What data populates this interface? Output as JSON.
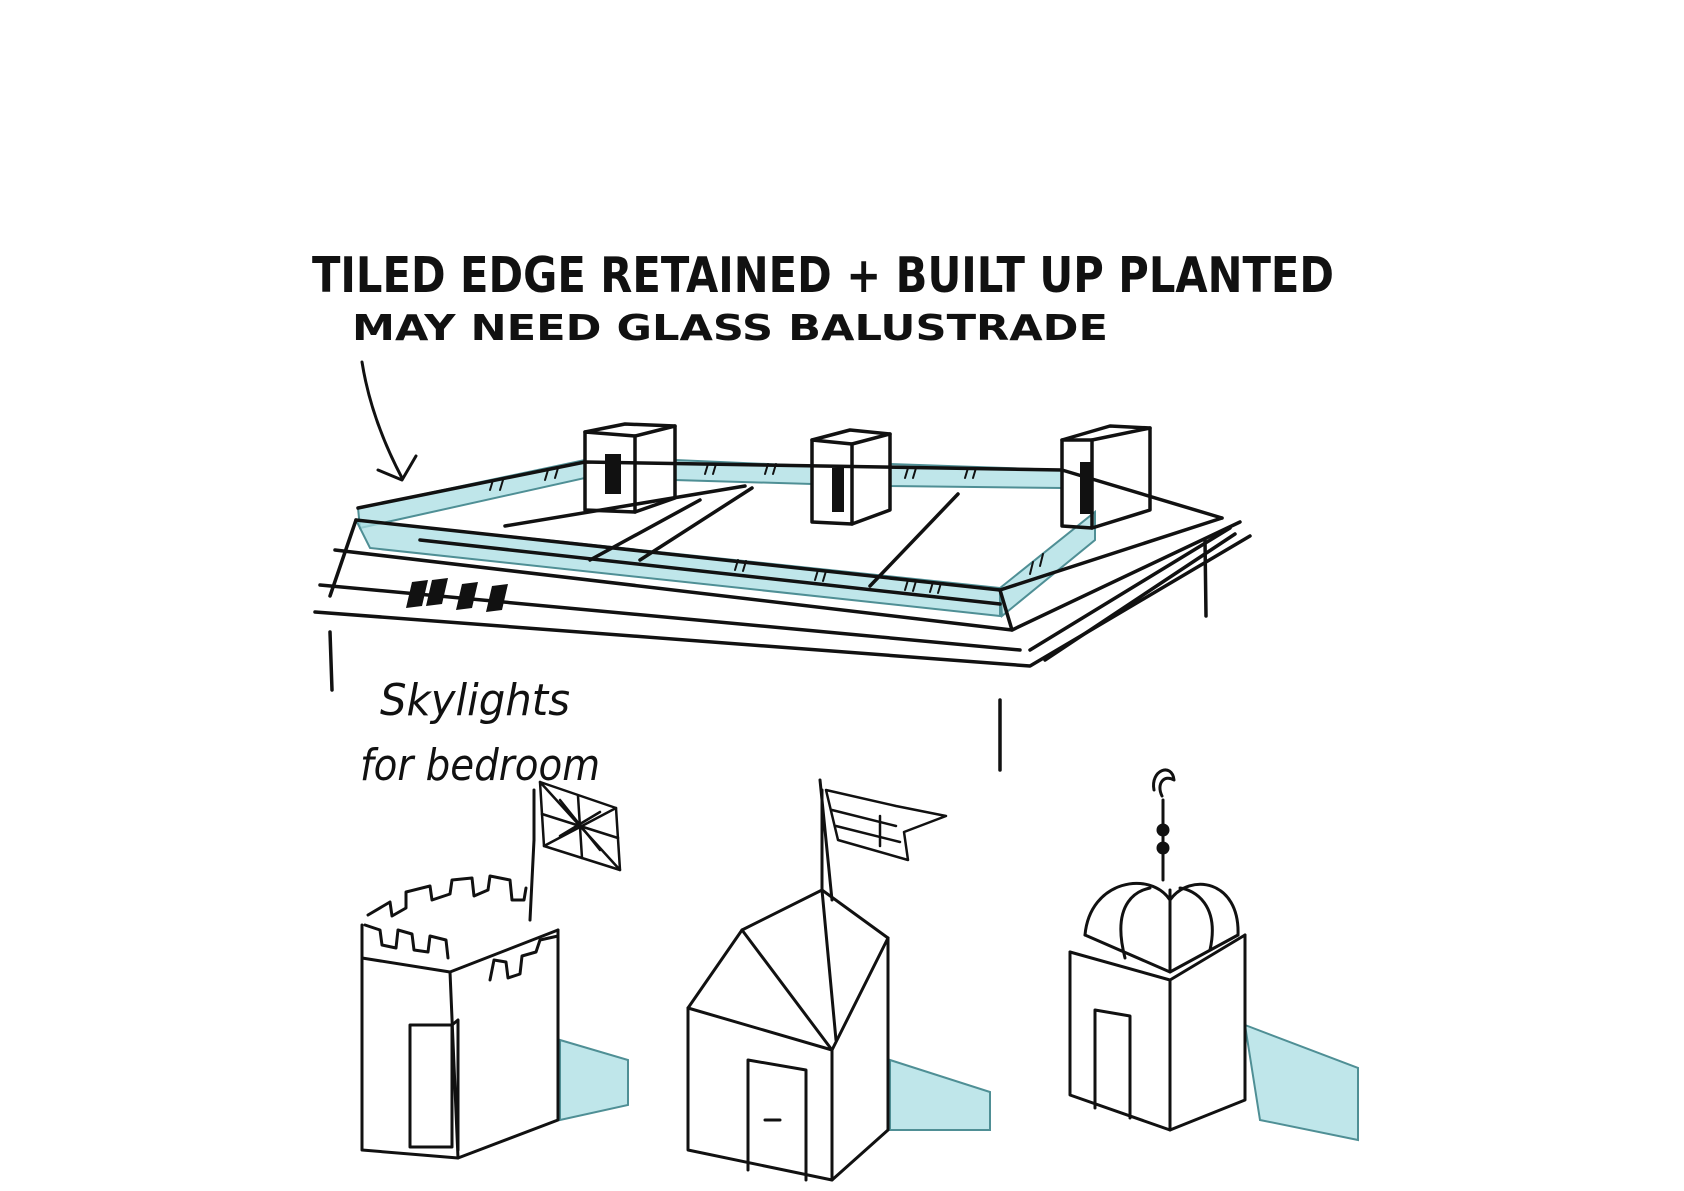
{
  "annotations": {
    "heading": "TILED EDGE RETAINED + BUILT UP PLANTED",
    "subheading": "MAY NEED GLASS BALUSTRADE",
    "skylights_line1": "Skylights",
    "skylights_line2": "for bedroom"
  },
  "colors": {
    "ink": "#111111",
    "glass_tint": "#a9dde3",
    "glass_edge": "#4f8f95",
    "paper": "#ffffff"
  },
  "elements": {
    "main_roof": "flat-roof-with-glass-balustrade",
    "roof_boxes": [
      "stair-box-left",
      "stair-box-middle",
      "stair-box-right"
    ],
    "variants": [
      "castellated-turret-with-flag",
      "pyramid-roof-kiosk-with-flag",
      "domed-cupola-with-finial"
    ]
  }
}
